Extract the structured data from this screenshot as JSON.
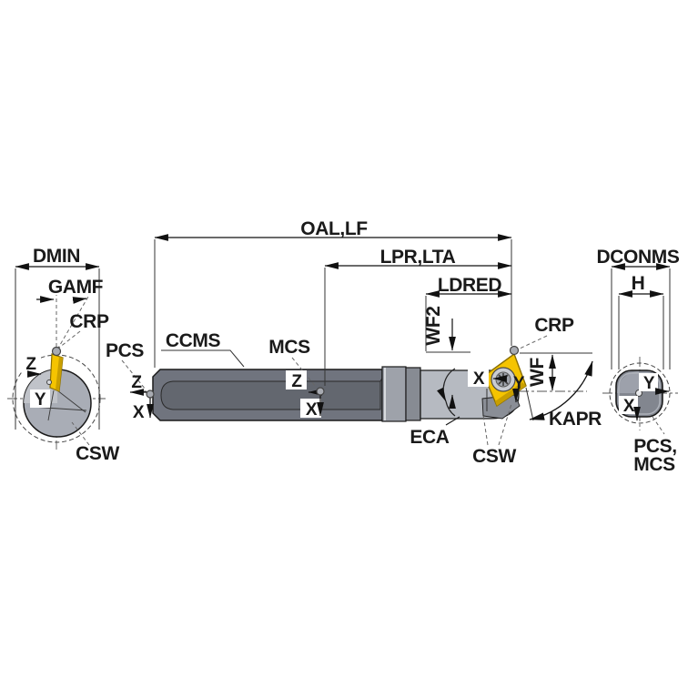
{
  "diagram_title": "boring-bar-tool-dimension-diagram",
  "labels": {
    "dmin": "DMIN",
    "gamf": "GAMF",
    "crp_left": "CRP",
    "pcs": "PCS",
    "ccms": "CCMS",
    "mcs": "MCS",
    "oal": "OAL,LF",
    "lpr": "LPR,LTA",
    "ldred": "LDRED",
    "wf2": "WF2",
    "crp_right": "CRP",
    "wf": "WF",
    "kapr": "KAPR",
    "eca": "ECA",
    "csw_right": "CSW",
    "csw_left": "CSW",
    "dconms": "DCONMS",
    "h": "H",
    "pcs_mcs_line1": "PCS,",
    "pcs_mcs_line2": "MCS"
  },
  "axes": {
    "left_view": {
      "z": "Z",
      "y": "Y"
    },
    "pcs_marker": {
      "z": "Z",
      "x": "X"
    },
    "mcs_marker": {
      "z": "Z",
      "x": "X"
    },
    "tip_marker": {
      "x": "X",
      "y": "Y"
    },
    "end_view": {
      "y": "Y",
      "x": "X"
    }
  },
  "colors": {
    "insert_yellow": "#F5C400",
    "insert_edge": "#C99F00",
    "body_gray": "#70747E",
    "flat_gray": "#63676F",
    "collar_gray": "#9EA2AA",
    "band_gray": "#878B93",
    "head_gray": "#B6BAC1",
    "seat_gray": "#8A8E96",
    "section_gray": "#A9ADB6",
    "end_view_gray": "#82868F",
    "dot_gray": "#A8ABB2",
    "background": "#FFFFFF"
  }
}
